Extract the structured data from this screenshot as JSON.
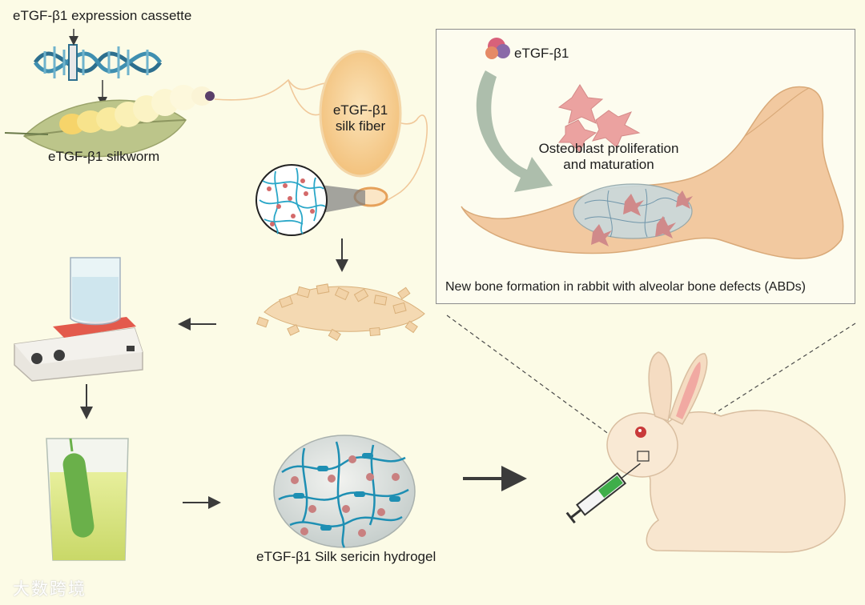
{
  "labels": {
    "cassette": "eTGF-β1 expression cassette",
    "silkworm": "eTGF-β1 silkworm",
    "fiber_line1": "eTGF-β1",
    "fiber_line2": "silk fiber",
    "panel_protein": "eTGF-β1",
    "osteo_line1": "Osteoblast proliferation",
    "osteo_line2": "and maturation",
    "bone_caption": "New bone formation in rabbit with alveolar bone defects (ABDs)",
    "hydrogel": "eTGF-β1 Silk sericin hydrogel"
  },
  "watermark": "大数跨境",
  "colors": {
    "background": "#fcfbe6",
    "arrow": "#3b3b3b",
    "dna_blue": "#2d6f8e",
    "silk_gold": "#f0c060",
    "bone": "#f2c9a0",
    "network": "#2aa7c8",
    "syringe_fluid": "#3fae4a",
    "rabbit": "#f8e6cf"
  },
  "icons": [
    "dna-helix-icon",
    "silkworm-icon",
    "cocoon-icon",
    "sericin-flakes-icon",
    "hot-plate-stirrer-icon",
    "beaker-icon",
    "hydrogel-sphere-icon",
    "jaw-bone-icon",
    "rabbit-icon",
    "syringe-icon",
    "protein-icon",
    "osteoblast-cells-icon"
  ]
}
